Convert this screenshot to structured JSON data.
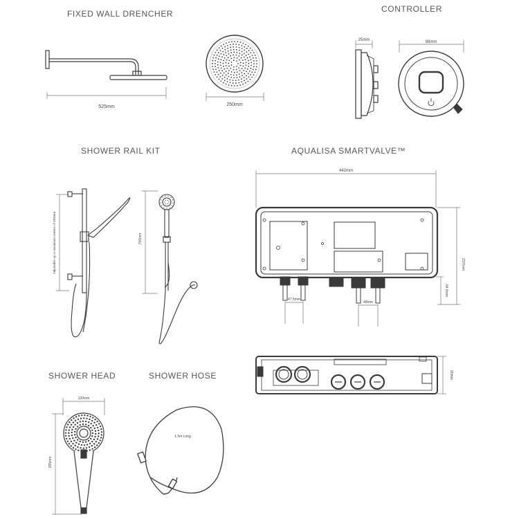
{
  "sections": {
    "drencher": "FIXED WALL DRENCHER",
    "controller": "CONTROLLER",
    "rail_kit": "SHOWER RAIL KIT",
    "smartvalve": "AQUALISA SMARTVALVE™",
    "shower_head": "SHOWER HEAD",
    "shower_hose": "SHOWER HOSE"
  },
  "dimensions": {
    "drencher_arm": "525mm",
    "drencher_head": "250mm",
    "controller_depth": "25mm",
    "controller_width": "98mm",
    "rail_adjustable": "Adjustable up to maximum centres of 455mm",
    "rail_height": "700mm",
    "valve_width": "442mm",
    "valve_height": "237mm",
    "valve_outlet": "64.6mm",
    "valve_inlet_gap": "47.5mm",
    "valve_outlet_gap": "48mm",
    "valve_depth": "90mm",
    "head_width": "120mm",
    "head_length": "265mm",
    "hose_length": "1.5m Long"
  },
  "colors": {
    "line": "#3a3a3a",
    "dim": "#777777",
    "text": "#4a4a4a"
  }
}
